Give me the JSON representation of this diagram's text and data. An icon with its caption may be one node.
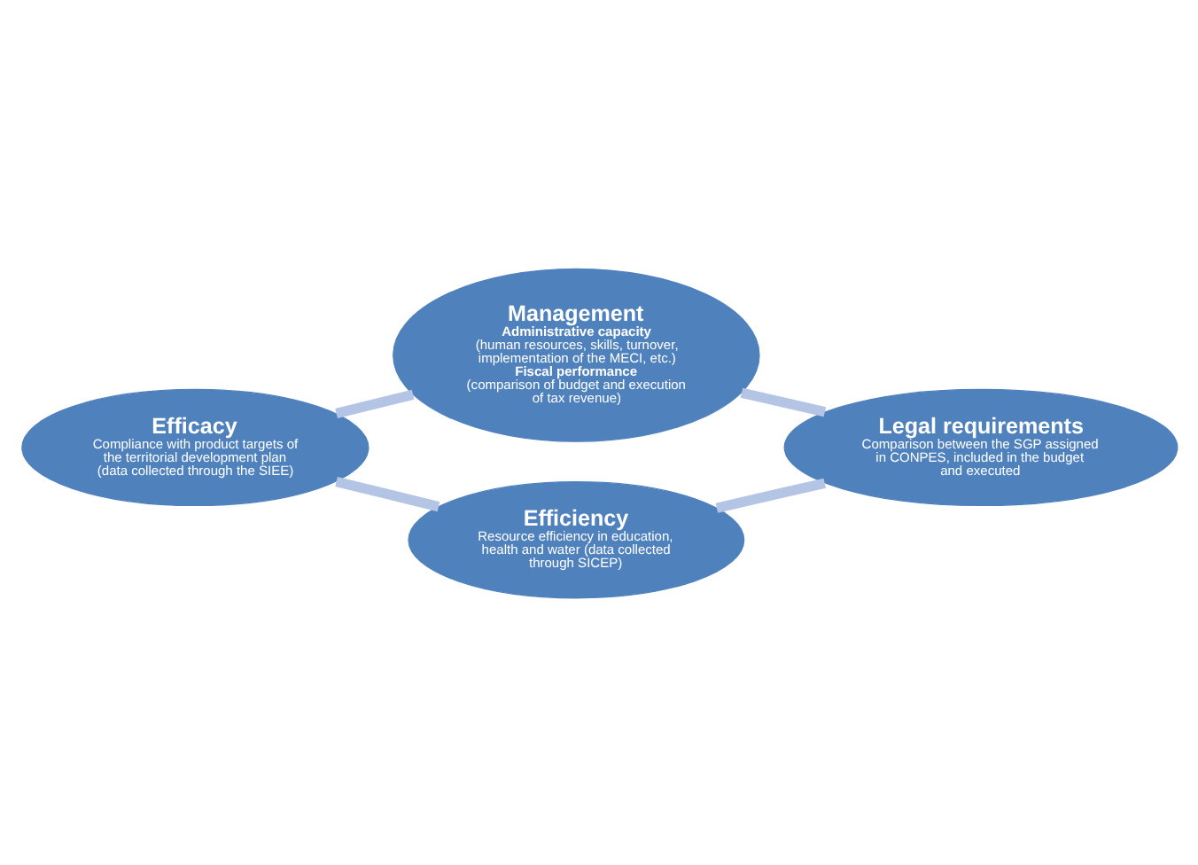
{
  "diagram": {
    "nodes": [
      {
        "text": [
          "Management",
          "Administrative capacity",
          "(human resources, skills, turnover, implementation of the MECI, etc.)",
          "Fiscal performance",
          "(comparison of budget and execution of tax revenue)"
        ]
      },
      {
        "text": [
          "Legal requirements",
          "Comparison between the SGP assigned in CONPES, included in the budget and executed"
        ]
      },
      {
        "text": [
          "Efficiency",
          "Resource efficiency in education, health and water (data collected through SICEP)"
        ]
      },
      {
        "text": [
          "Efficacy",
          "Compliance with product targets of the territorial development plan (data collected through the SIEE)"
        ]
      }
    ],
    "edges": [
      {
        "from": 0,
        "to": 1,
        "arrow": "none"
      },
      {
        "from": 1,
        "to": 2,
        "arrow": "none"
      },
      {
        "from": 2,
        "to": 3,
        "arrow": "none"
      },
      {
        "from": 3,
        "to": 0,
        "arrow": "none"
      }
    ]
  }
}
